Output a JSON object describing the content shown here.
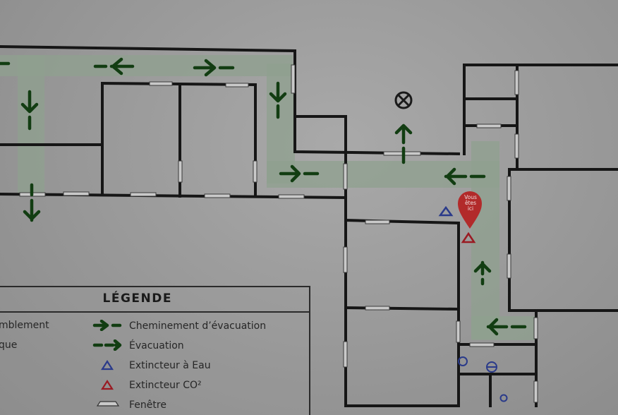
{
  "legend": {
    "title": "LÉGENDE",
    "items": [
      {
        "label": "mblement",
        "symbol": "none"
      },
      {
        "label": "que",
        "symbol": "none"
      },
      {
        "label": "Cheminement d’évacuation",
        "symbol": "evac-route-arrow-icon"
      },
      {
        "label": "Évacuation",
        "symbol": "evac-dashed-arrow-icon"
      },
      {
        "label": "Extincteur à Eau",
        "symbol": "blue-triangle-icon"
      },
      {
        "label": "Extincteur  CO²",
        "symbol": "red-triangle-icon"
      },
      {
        "label": "Fenêtre",
        "symbol": "window-icon"
      }
    ]
  },
  "you_are_here": {
    "text": "Vous êtes ici"
  },
  "colors": {
    "route": "#123d12",
    "corridor": "#8fa08f",
    "water_extinguisher": "#2a3a8a",
    "co2_extinguisher": "#9a1a22",
    "pin": "#b22a2a"
  }
}
